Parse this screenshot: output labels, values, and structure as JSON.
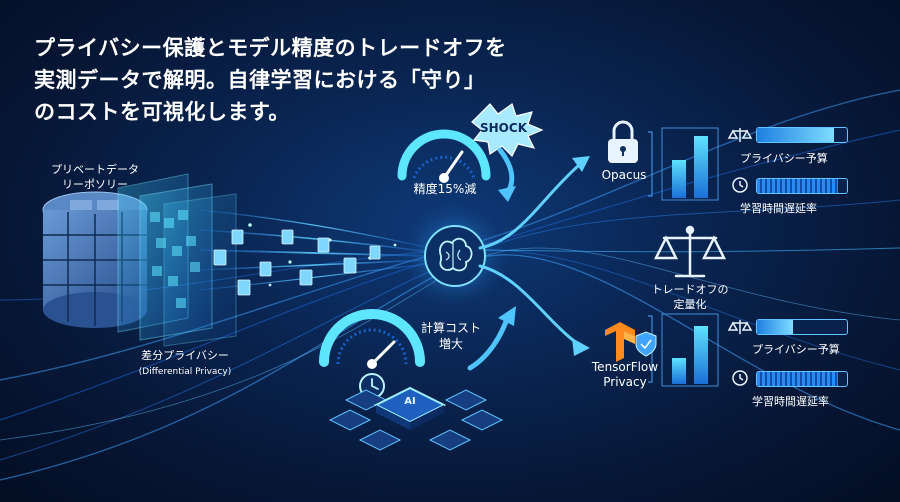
{
  "headline": {
    "line1": "プライバシー保護とモデル精度のトレードオフを",
    "line2": "実測データで解明。自律学習における「守り」",
    "line3": "のコストを可視化します。"
  },
  "data_store": {
    "label_line1": "プリベートデータ",
    "label_line2": "リーポソリー"
  },
  "diff_privacy": {
    "label_line1": "差分プライバシー",
    "label_line2": "(Differential Privacy)"
  },
  "accuracy": {
    "shock_label": "SHOCK",
    "label": "精度15%減"
  },
  "compute": {
    "label_line1": "計算コスト",
    "label_line2": "増大",
    "chip_label": "AI"
  },
  "tradeoff": {
    "label_line1": "トレードオフの",
    "label_line2": "定量化"
  },
  "frameworks": [
    {
      "name": "Opacus",
      "privacy_label": "プライバシー予算",
      "latency_label": "学習時間遅延率",
      "privacy_fill": 0.85,
      "latency_fill": 0.9
    },
    {
      "name_line1": "TensorFlow",
      "name_line2": "Privacy",
      "privacy_label": "プライバシー予算",
      "latency_label": "学習時間遅延率",
      "privacy_fill": 0.4,
      "latency_fill": 0.9
    }
  ],
  "colors": {
    "background": "#061532",
    "accent": "#3fb8ff",
    "glow": "#7fe0ff",
    "tensorflow_orange": "#ff8a1e"
  },
  "icons": [
    "database-icon",
    "document-icon",
    "brain-icon",
    "gauge-icon",
    "clock-icon",
    "lock-icon",
    "scale-icon",
    "chip-icon",
    "tensorflow-icon",
    "shield-icon",
    "arrow-icon"
  ]
}
